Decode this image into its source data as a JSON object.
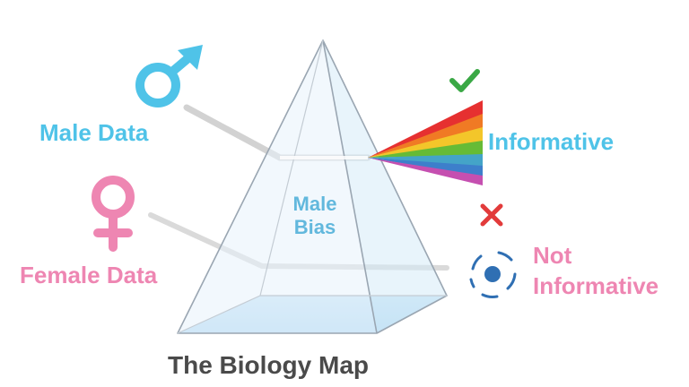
{
  "diagram": {
    "left_labels": {
      "male": "Male Data",
      "female": "Female Data"
    },
    "prism_labels": {
      "line1": "Male",
      "line2": "Bias"
    },
    "right_labels": {
      "informative": "Informative",
      "not_line1": "Not",
      "not_line2": "Informative"
    },
    "caption": "The Biology Map",
    "icons": [
      "male-symbol-icon",
      "female-symbol-icon",
      "check-icon",
      "cross-icon",
      "scattered-dot-icon"
    ],
    "colors": {
      "male": "#4fc3e8",
      "female": "#ee86b2",
      "check": "#3aa845",
      "cross": "#e23b3b",
      "spectrum": [
        "#e63030",
        "#f07a24",
        "#f3c62a",
        "#66bb36",
        "#3d7fcb",
        "#7a4fb5",
        "#c54fb0"
      ]
    }
  }
}
